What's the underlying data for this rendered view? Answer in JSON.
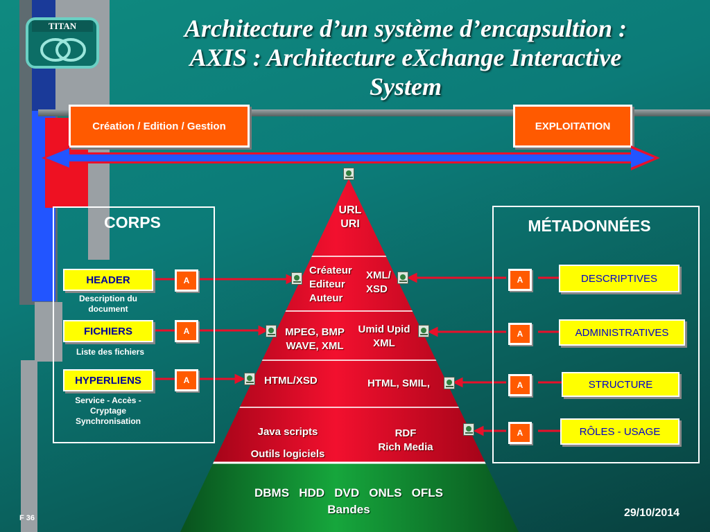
{
  "logo": {
    "text": "TITAN"
  },
  "title": {
    "line1": "Architecture d’un système d’encapsultion :",
    "line2": "AXIS : Architecture eXchange Interactive",
    "line3": "System"
  },
  "top_boxes": {
    "creation": "Création / Edition / Gestion",
    "exploitation": "EXPLOITATION"
  },
  "corps": {
    "title": "CORPS",
    "items": [
      {
        "label": "HEADER",
        "link": "A",
        "caption_lines": [
          "Description du",
          "document"
        ]
      },
      {
        "label": "FICHIERS",
        "link": "A",
        "caption_lines": [
          "Liste des fichiers"
        ]
      },
      {
        "label": "HYPERLIENS",
        "link": "A",
        "caption_lines": [
          "Service - Accès -",
          "Cryptage",
          "Synchronisation"
        ]
      }
    ]
  },
  "metadonnees": {
    "title": "MÉTADONNÉES",
    "items": [
      {
        "label": "DESCRIPTIVES",
        "link": "A"
      },
      {
        "label": "ADMINISTRATIVES",
        "link": "A"
      },
      {
        "label": "STRUCTURE",
        "link": "A"
      },
      {
        "label": "RÔLES - USAGE",
        "link": "A"
      }
    ]
  },
  "pyramid": {
    "tier1": [
      "URL",
      "URI"
    ],
    "tier2_left": [
      "Créateur",
      "Editeur",
      "Auteur"
    ],
    "tier2_right": [
      "XML/",
      "XSD"
    ],
    "tier3_left": [
      "MPEG, BMP",
      "WAVE, XML"
    ],
    "tier3_right": [
      "Umid Upid",
      "XML"
    ],
    "tier4_left": "HTML/XSD",
    "tier4_right": "HTML, SMIL,",
    "tier5_left": [
      "Java scripts",
      "Outils logiciels"
    ],
    "tier5_right": [
      "RDF",
      "Rich Media"
    ],
    "base": [
      "DBMS   HDD   DVD   ONLS   OFLS",
      "Bandes"
    ]
  },
  "footer": {
    "page": "F 36",
    "date": "29/10/2014"
  },
  "colors": {
    "orange": "#ff5a00",
    "yellow": "#ffff00",
    "red": "#e0002a",
    "green": "#0b8a2b",
    "blue": "#2255ff",
    "teal": "#0f8a80"
  }
}
